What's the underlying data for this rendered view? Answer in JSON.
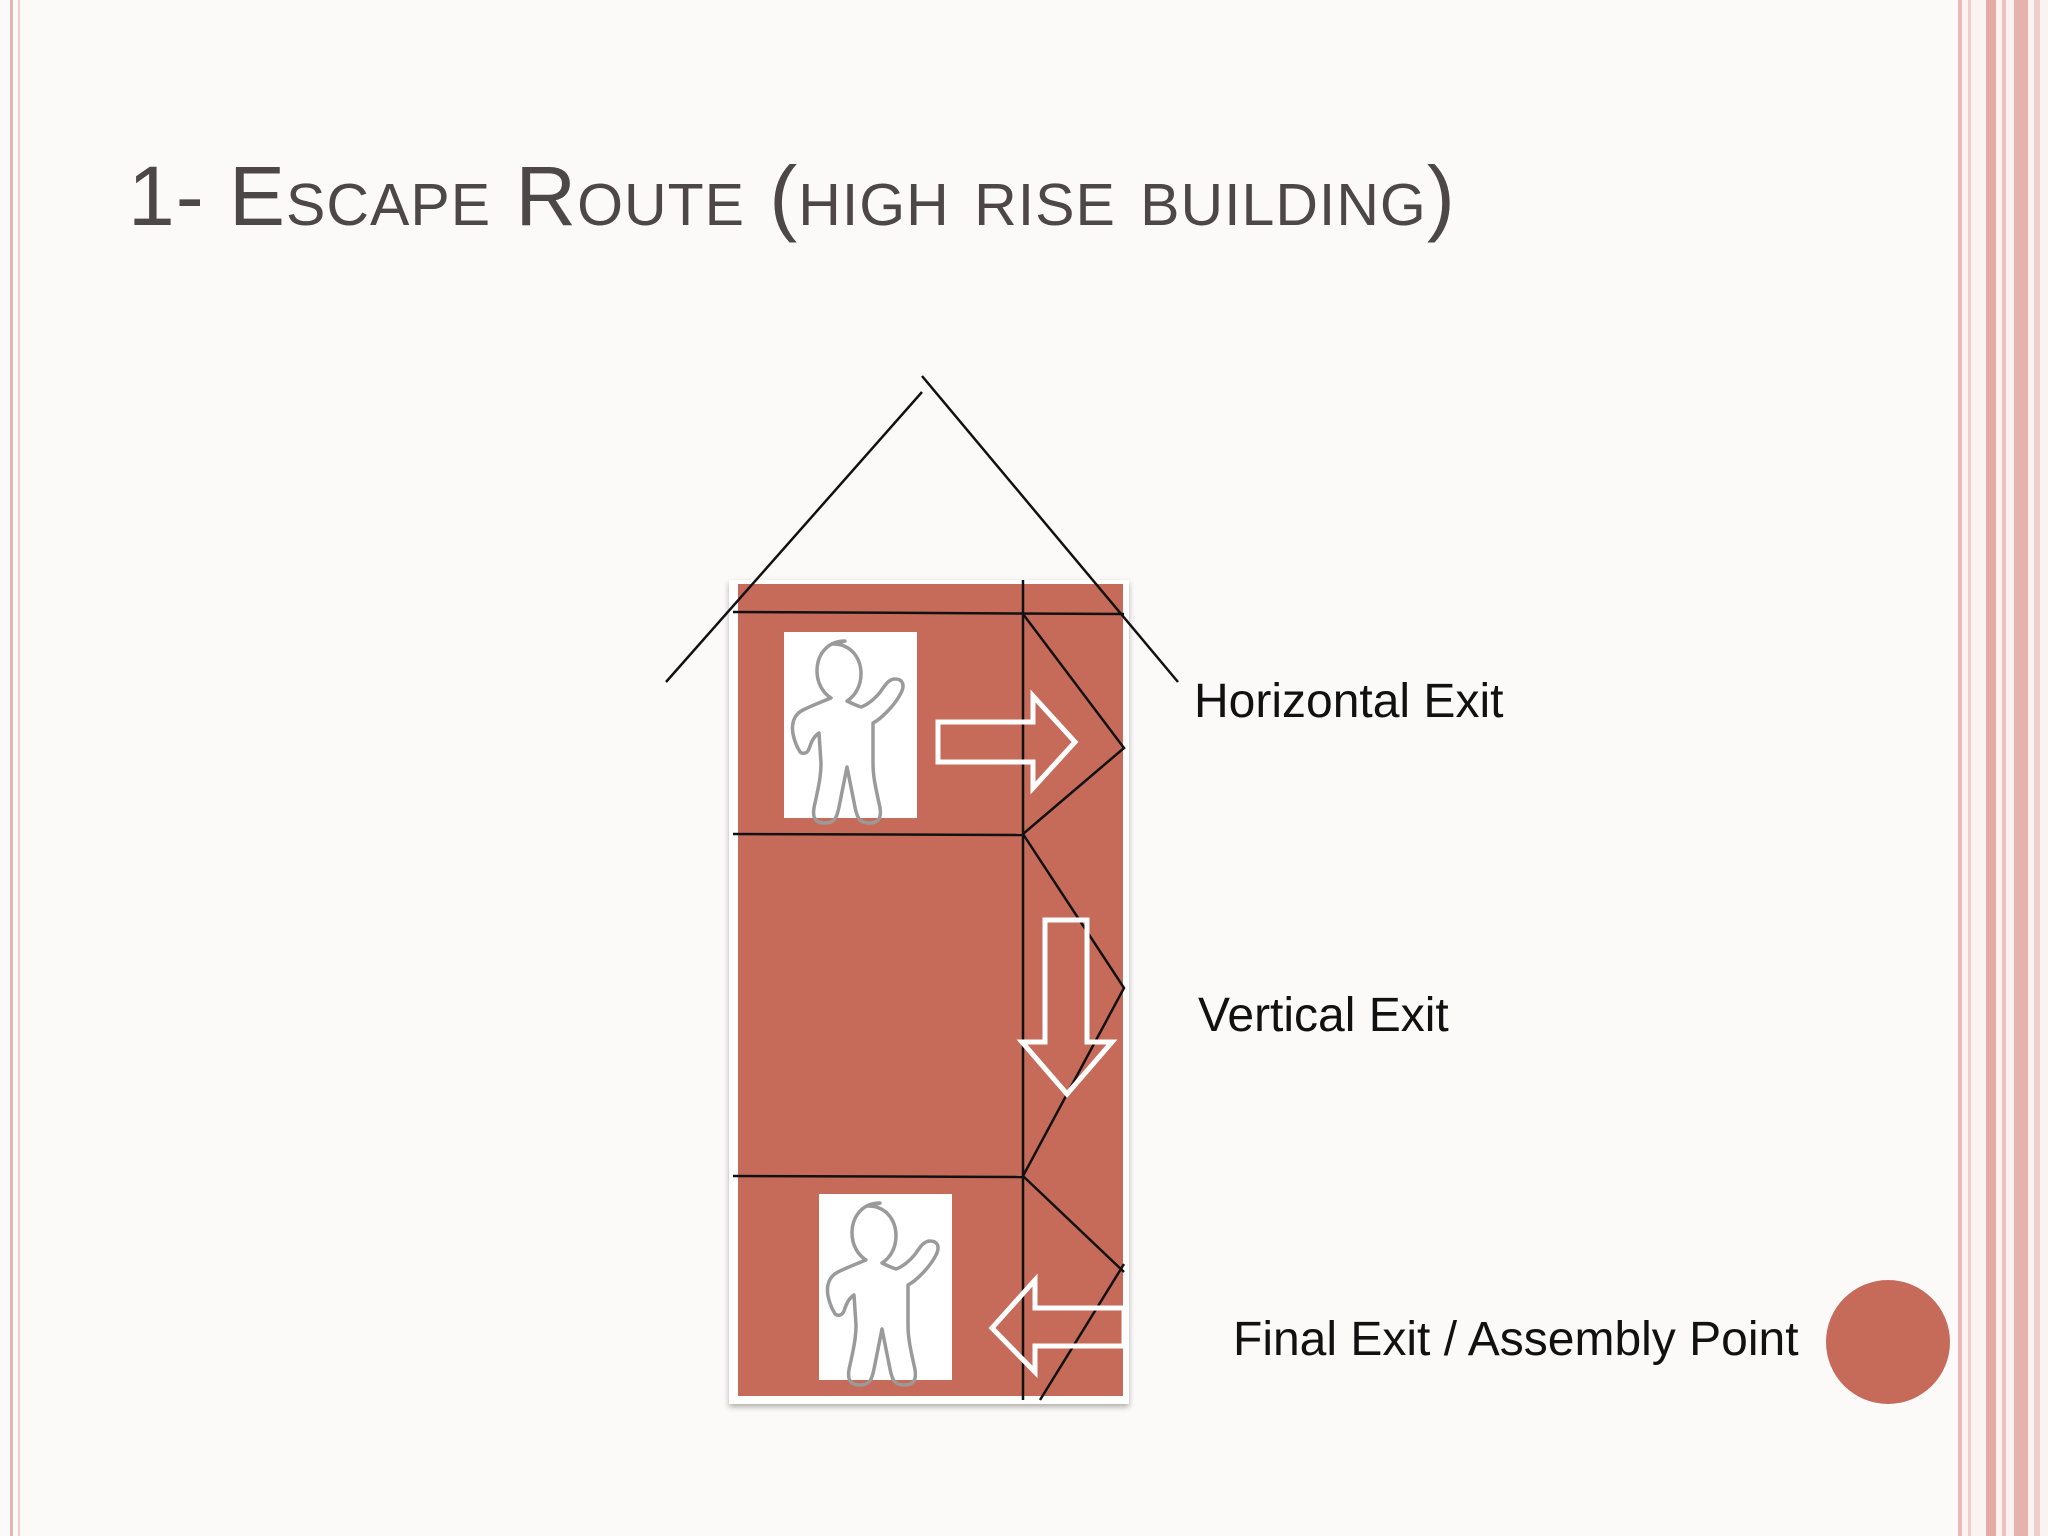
{
  "slide": {
    "title": "1- Escape Route (high rise building)"
  },
  "diagram": {
    "labels": {
      "horizontal_exit": "Horizontal Exit",
      "vertical_exit": "Vertical Exit",
      "final_exit": "Final Exit / Assembly Point"
    },
    "colors": {
      "building": "#c66b5a",
      "accent_circle": "#c66b5a",
      "lines": "#111111",
      "arrow": "#ffffff",
      "title": "#4e4747"
    },
    "icons": [
      "person-icon",
      "person-icon",
      "right-arrow-icon",
      "down-arrow-icon",
      "left-arrow-icon"
    ]
  }
}
